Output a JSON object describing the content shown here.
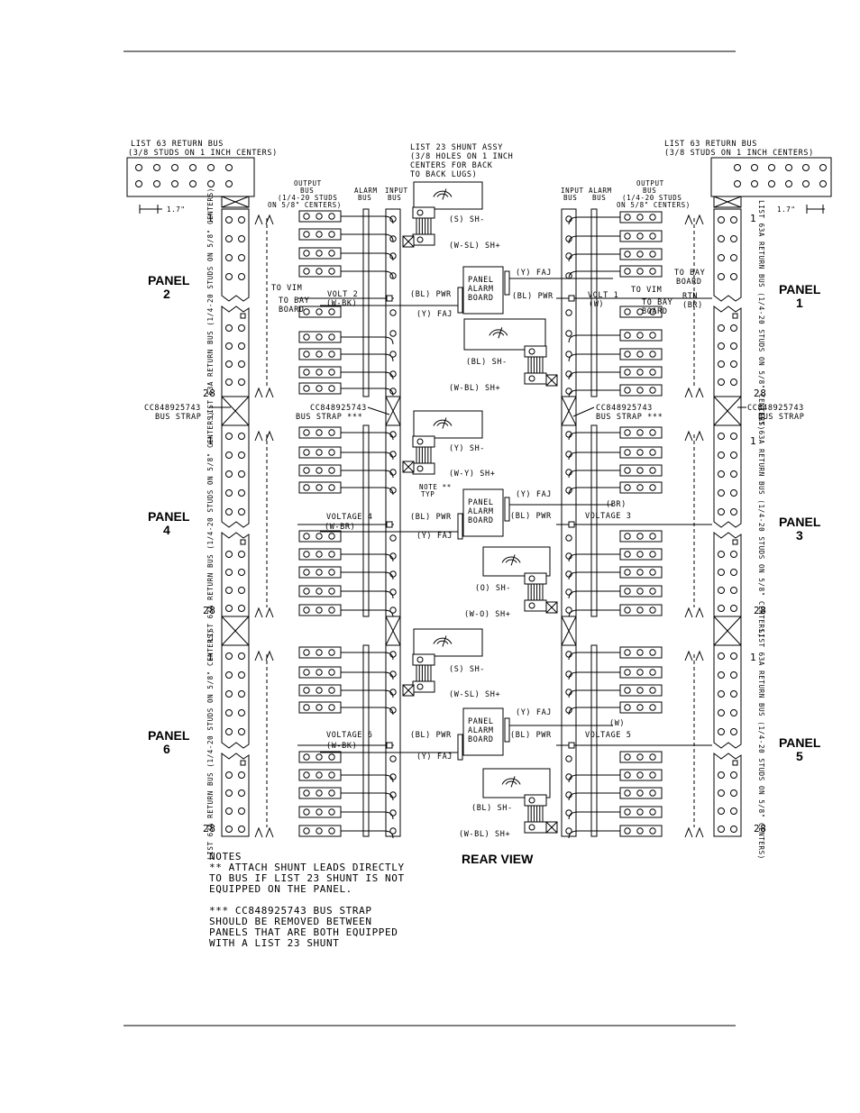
{
  "top_left": {
    "title": "LIST 63 RETURN BUS",
    "subtitle": "(3/8 STUDS ON 1 INCH CENTERS)",
    "dim": "1.7\""
  },
  "top_right": {
    "title": "LIST 63 RETURN BUS",
    "subtitle": "(3/8 STUDS ON 1 INCH CENTERS)",
    "dim": "1.7\""
  },
  "shunt_assy": [
    "LIST 23 SHUNT ASSY",
    "(3/8 HOLES ON 1 INCH",
    "CENTERS FOR BACK",
    "TO BACK LUGS)"
  ],
  "bus_labels": {
    "output_left": [
      "OUTPUT",
      "BUS",
      "(1/4-20 STUDS",
      "ON 5/8\" CENTERS)"
    ],
    "output_right": [
      "OUTPUT",
      "BUS",
      "(1/4-20 STUDS",
      "ON 5/8\" CENTERS)"
    ],
    "alarm": [
      "ALARM",
      "BUS"
    ],
    "input": [
      "INPUT",
      "BUS"
    ]
  },
  "return_bus_vertical": "LIST 63A RETURN BUS (1/4-20 STUDS ON 5/8\" CENTERS)",
  "panels": [
    {
      "label": "PANEL",
      "num": "2"
    },
    {
      "label": "PANEL",
      "num": "1"
    },
    {
      "label": "PANEL",
      "num": "4"
    },
    {
      "label": "PANEL",
      "num": "3"
    },
    {
      "label": "PANEL",
      "num": "6"
    },
    {
      "label": "PANEL",
      "num": "5"
    }
  ],
  "stud_numbers": {
    "first": "1",
    "last": "28"
  },
  "wiring": {
    "sh_minus_s": "(S) SH-",
    "sh_plus_wsl": "(W-SL) SH+",
    "sh_minus_bl": "(BL) SH-",
    "sh_plus_wbl": "(W-BL) SH+",
    "sh_minus_y": "(Y) SH-",
    "sh_plus_wy": "(W-Y) SH+",
    "sh_minus_o": "(O) SH-",
    "sh_plus_wo": "(W-O) SH+",
    "y_faj": "(Y) FAJ",
    "bl_pwr": "(BL) PWR",
    "to_vim": "TO VIM",
    "to_bay_board": [
      "TO BAY",
      "BOARD"
    ],
    "to_bay_board_right": [
      "TO BAY",
      "BOARD"
    ],
    "bay_board_rtn": [
      "TO BAY",
      "BOARD",
      "RTN",
      "(BR)"
    ],
    "volt2": "VOLT 2",
    "volt1": "VOLT 1",
    "wbk": "(W-BK)",
    "w": "(W)",
    "br": "(BR)",
    "wbr": "(W-BR)",
    "voltage3": "VOLTAGE 3",
    "voltage4": "VOLTAGE 4",
    "voltage5": "VOLTAGE 5",
    "voltage6": "VOLTAGE 6",
    "note_typ": [
      "NOTE **",
      "TYP"
    ]
  },
  "alarm_board": [
    "PANEL",
    "ALARM",
    "BOARD"
  ],
  "bus_strap": {
    "part": "CC848925743",
    "label": "BUS STRAP",
    "label_star": "BUS STRAP ***"
  },
  "notes": [
    "NOTES",
    "** ATTACH SHUNT LEADS DIRECTLY",
    "TO BUS IF LIST 23 SHUNT IS NOT",
    "EQUIPPED ON THE PANEL.",
    "",
    "*** CC848925743 BUS STRAP",
    "SHOULD BE REMOVED BETWEEN",
    "PANELS THAT ARE BOTH EQUIPPED",
    "WITH A LIST 23 SHUNT"
  ],
  "view_label": "REAR VIEW"
}
